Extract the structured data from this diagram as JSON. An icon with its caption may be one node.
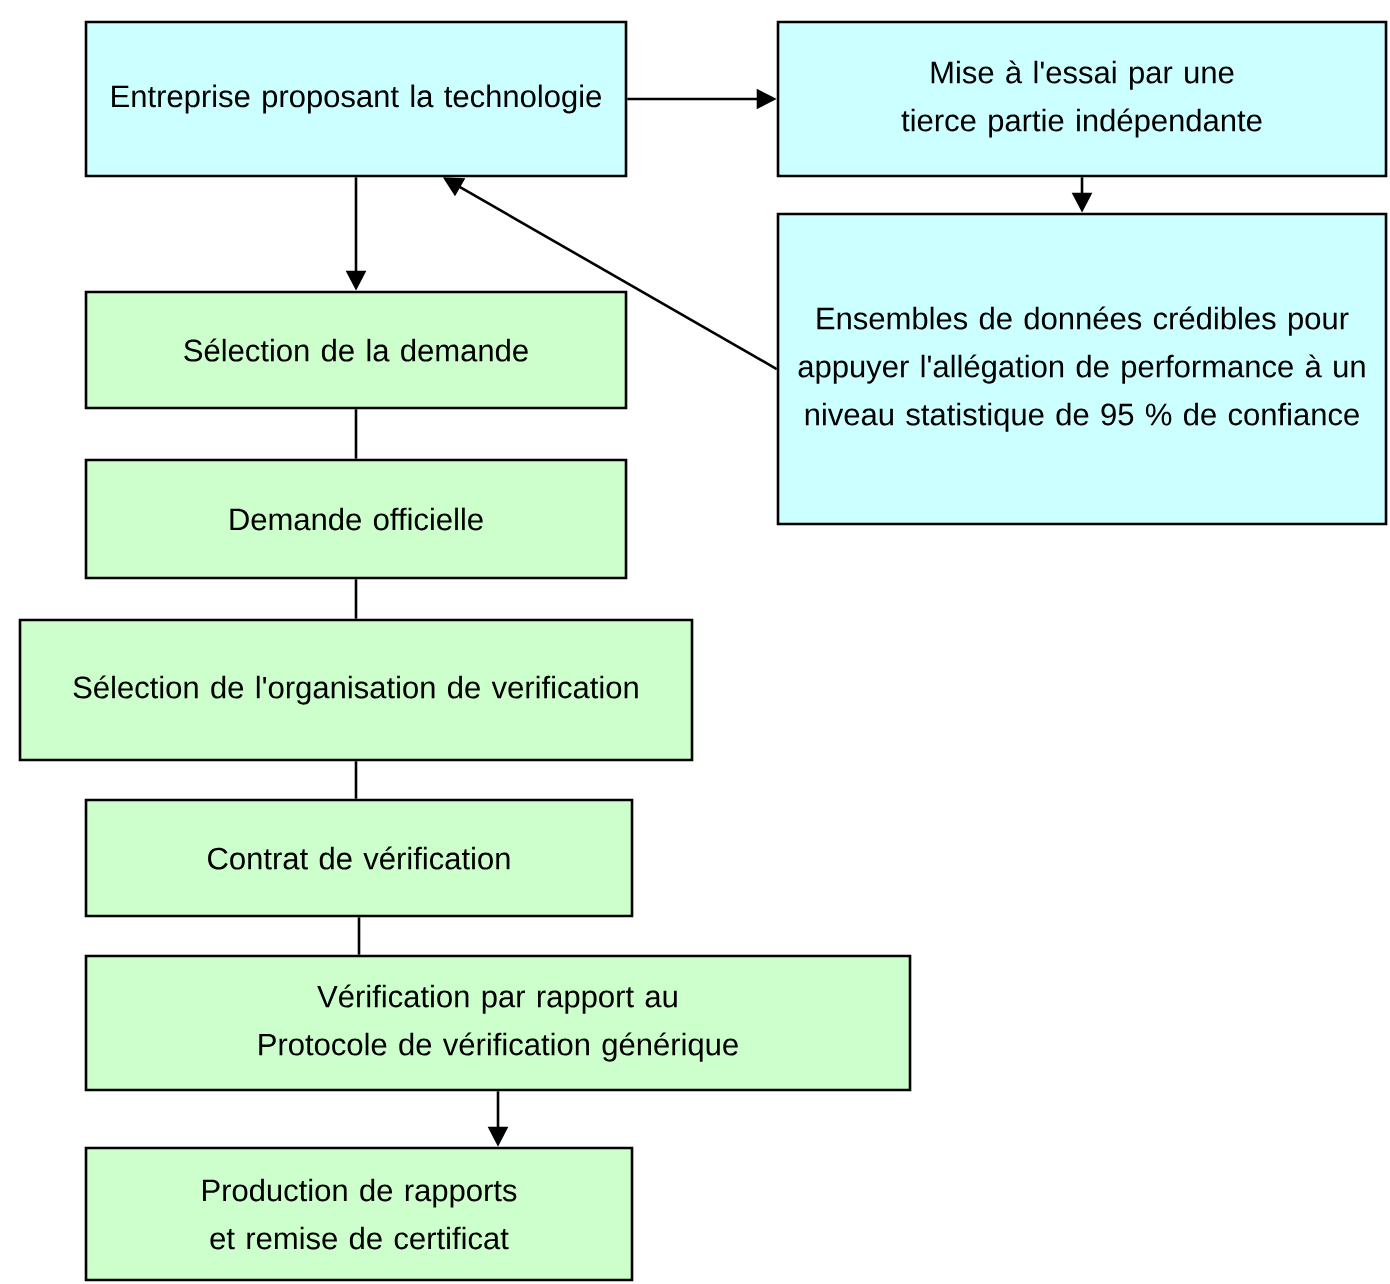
{
  "diagram": {
    "nodes": [
      {
        "text": [
          "Entreprise proposant la technologie"
        ]
      },
      {
        "text": [
          "Mise à l'essai par une tierce partie indépendante"
        ]
      },
      {
        "text": [
          "Ensembles de données crédibles pour appuyer l'allégation de performance à un niveau statistique de 95 % de confiance"
        ]
      },
      {
        "text": [
          "Sélection de la demande"
        ]
      },
      {
        "text": [
          "Demande officielle"
        ]
      },
      {
        "text": [
          "Sélection de l'organisation de verification"
        ]
      },
      {
        "text": [
          "Contrat de vérification"
        ]
      },
      {
        "text": [
          "Vérification par rapport au Protocole de vérification générique"
        ]
      },
      {
        "text": [
          "Production de rapports et remise de certificat"
        ]
      }
    ],
    "edges": [
      {
        "from": 0,
        "to": 1,
        "arrow": "to"
      },
      {
        "from": 1,
        "to": 2,
        "arrow": "to"
      },
      {
        "from": 2,
        "to": 0,
        "arrow": "to"
      },
      {
        "from": 0,
        "to": 3,
        "arrow": "to"
      },
      {
        "from": 3,
        "to": 4,
        "arrow": "none"
      },
      {
        "from": 4,
        "to": 5,
        "arrow": "none"
      },
      {
        "from": 5,
        "to": 6,
        "arrow": "none"
      },
      {
        "from": 6,
        "to": 7,
        "arrow": "none"
      },
      {
        "from": 7,
        "to": 8,
        "arrow": "to"
      }
    ]
  }
}
